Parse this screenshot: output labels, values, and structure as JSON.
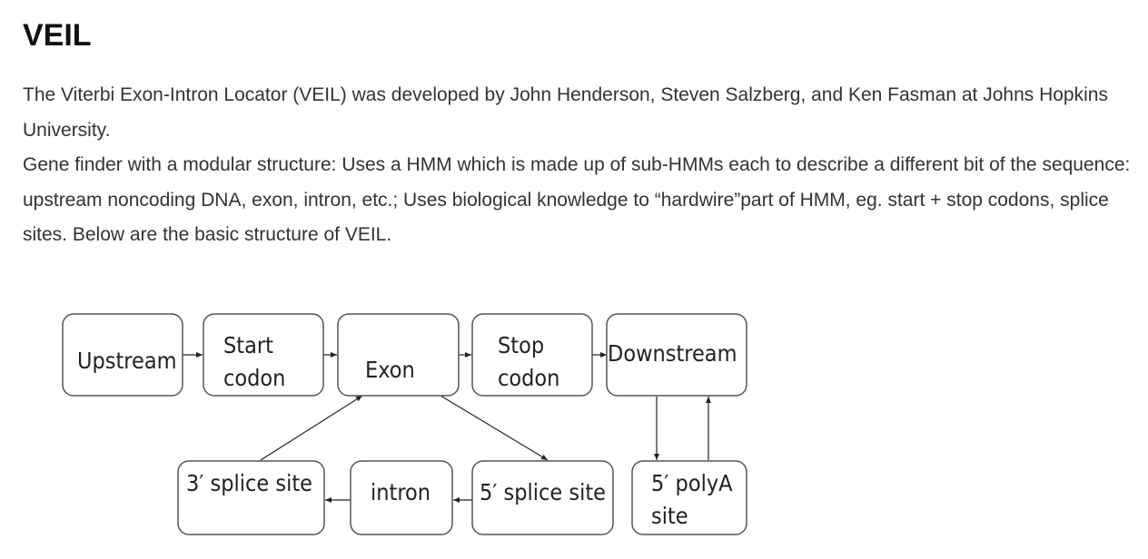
{
  "page": {
    "title": "VEIL",
    "paragraphs": [
      "The Viterbi Exon-Intron Locator (VEIL) was developed by John Henderson, Steven Salzberg, and Ken Fasman at Johns Hopkins University.",
      "Gene finder with a modular structure: Uses a HMM which is made up of sub-HMMs each to describe a different bit of the sequence: upstream noncoding DNA, exon, intron, etc.; Uses biological knowledge to “hardwire”part of HMM, eg. start + stop codons, splice sites. Below are the basic structure of VEIL."
    ]
  },
  "diagram": {
    "nodes": {
      "upstream": [
        "Upstream"
      ],
      "start_codon": [
        "Start",
        "codon"
      ],
      "exon": [
        "Exon"
      ],
      "stop_codon": [
        "Stop",
        "codon"
      ],
      "downstream": [
        "Downstream"
      ],
      "three_splice": [
        "3′ splice site"
      ],
      "intron": [
        "intron"
      ],
      "five_splice": [
        "5′ splice site"
      ],
      "polya": [
        "5′ polyA",
        "site"
      ]
    },
    "edges": [
      {
        "from": "upstream",
        "to": "start_codon"
      },
      {
        "from": "start_codon",
        "to": "exon"
      },
      {
        "from": "exon",
        "to": "stop_codon"
      },
      {
        "from": "stop_codon",
        "to": "downstream"
      },
      {
        "from": "exon",
        "to": "five_splice"
      },
      {
        "from": "five_splice",
        "to": "intron"
      },
      {
        "from": "intron",
        "to": "three_splice"
      },
      {
        "from": "three_splice",
        "to": "exon"
      },
      {
        "from": "downstream",
        "to": "polya"
      },
      {
        "from": "polya",
        "to": "downstream"
      }
    ]
  }
}
